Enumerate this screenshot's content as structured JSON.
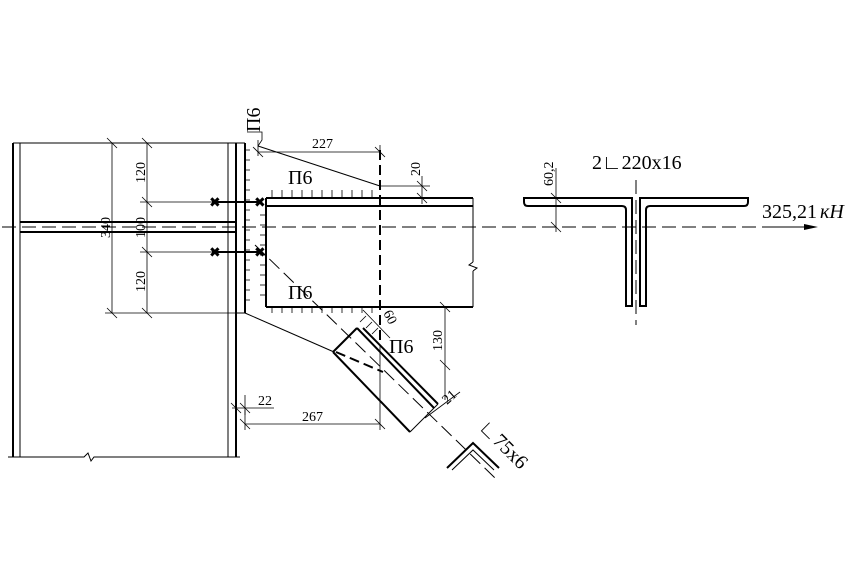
{
  "labels": {
    "weld_top": "П6",
    "weld_upper": "П6",
    "weld_lower": "П6",
    "weld_brace": "П6",
    "section_chord": "2∟220х16",
    "force": "325,21",
    "force_unit": "кН",
    "section_brace": "∟75х6"
  },
  "dimensions": {
    "d120_top": "120",
    "d100": "100",
    "d120_bottom": "120",
    "d340": "340",
    "d227": "227",
    "d20": "20",
    "d60_2": "60,2",
    "d130": "130",
    "d60": "60",
    "d21": "21",
    "d22": "22",
    "d267": "267"
  },
  "colors": {
    "ink": "#000000",
    "background": "#ffffff"
  }
}
